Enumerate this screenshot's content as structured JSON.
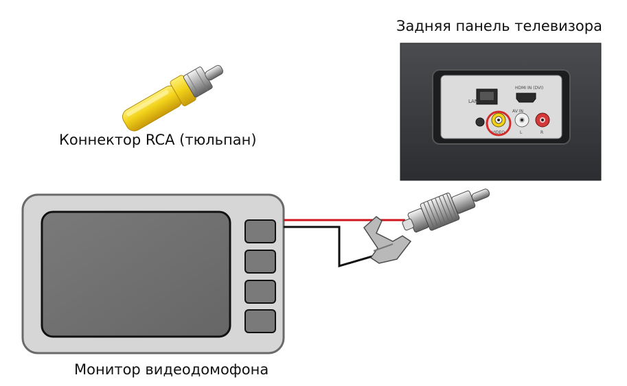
{
  "labels": {
    "rca_connector": "Коннектор RCA (тюльпан)",
    "tv_rear_panel": "Задняя панель телевизора",
    "intercom_monitor": "Монитор видеодомофона"
  },
  "tv_panel": {
    "port_labels": {
      "lan": "LAN",
      "hdmi": "HDMI IN (DVI)",
      "av_in": "AV IN",
      "video": "VIDEO",
      "audio_l": "L",
      "audio_r": "R"
    }
  },
  "monitor": {
    "button_count": 4
  },
  "colors": {
    "rca_plug_yellow": "#f2d21a",
    "signal_wire": "#d0141c",
    "ground_wire": "#111111",
    "highlight_circle": "#d42a2a",
    "monitor_body": "#d6d6d6",
    "monitor_screen": "#707070",
    "tv_panel": "#3a3c3f"
  }
}
